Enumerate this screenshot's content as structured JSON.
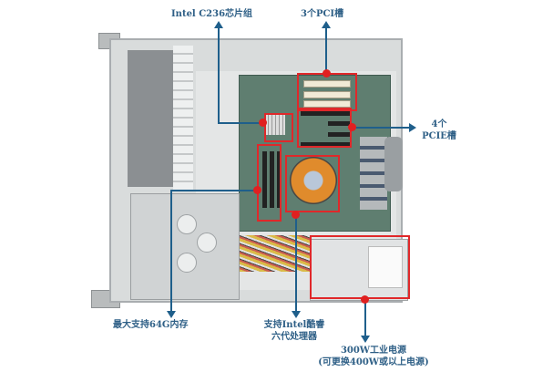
{
  "image": {
    "subject": "Industrial PC chassis, top view with open lid",
    "annotation_color": "#e0282a",
    "callout_color": "#1f5f8b",
    "label_color": "#2e5f86"
  },
  "annotations": {
    "chipset": "Intel C236芯片组",
    "pci": "3个PCI槽",
    "pcie_line1": "4个",
    "pcie_line2": "PCIE槽",
    "memory": "最大支持64G内存",
    "cpu_line1": "支持Intel酷睿",
    "cpu_line2": "六代处理器",
    "psu_line1": "300W工业电源",
    "psu_line2": "(可更换400W或以上电源)"
  }
}
